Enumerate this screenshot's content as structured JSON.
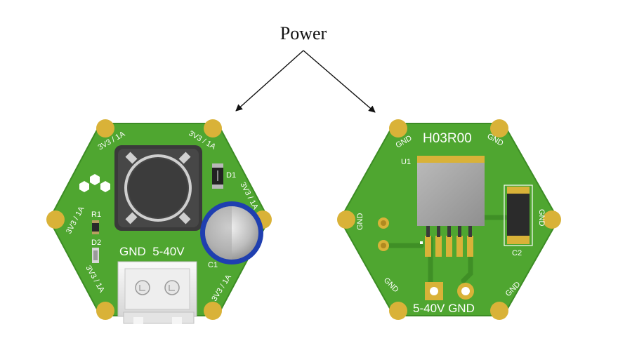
{
  "diagram": {
    "title": "Power",
    "left_board": {
      "corner_labels": [
        "3V3 / 1A",
        "3V3 / 1A",
        "3V3 / 1A",
        "3V3 / 1A",
        "3V3 / 1A",
        "3V3 / 1A"
      ],
      "refs": {
        "r1": "R1",
        "d2": "D2",
        "d1": "D1",
        "c1": "C1"
      },
      "connector_label": "GND  5-40V"
    },
    "right_board": {
      "part_number": "H03R00",
      "corner_labels": [
        "GND",
        "GND",
        "GND",
        "GND",
        "GND",
        "GND"
      ],
      "refs": {
        "u1": "U1",
        "c2": "C2"
      },
      "pad_label": "5-40V GND"
    },
    "colors": {
      "pcb": "#4fa630",
      "pcb_edge": "#3c8c24",
      "gold": "#d9b238",
      "silkscreen": "#ffffff",
      "capacitor_ring": "#1f3fb0"
    }
  }
}
